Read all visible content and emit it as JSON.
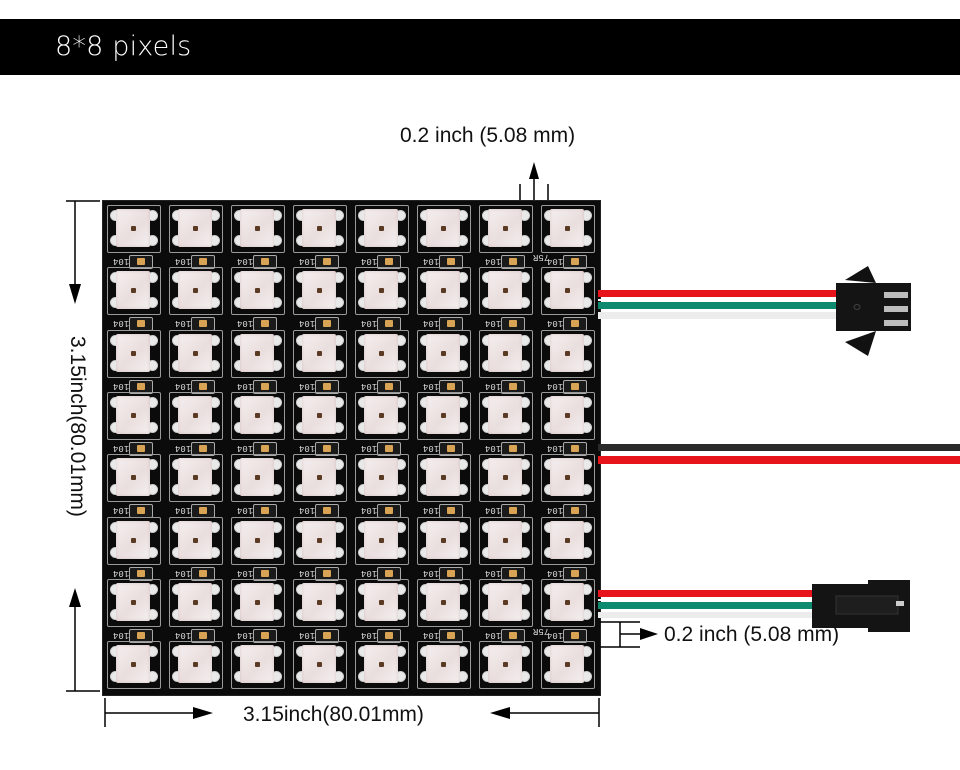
{
  "header": {
    "title": "8*8 pixels"
  },
  "dimensions": {
    "pin_pitch_top": "0.2 inch (5.08 mm)",
    "pin_pitch_right": "0.2 inch (5.08 mm)",
    "height": "3.15inch(80.01mm)",
    "width": "3.15inch(80.01mm)"
  },
  "matrix": {
    "rows": 8,
    "cols": 8,
    "capacitor_label": "104",
    "resistor_label": "75R",
    "led_color": "#f2ebeb",
    "pcb_color": "#0b0b0b"
  },
  "wires": {
    "input_connector": [
      "red",
      "green",
      "white"
    ],
    "power_leads": [
      "black",
      "red"
    ],
    "output_connector": [
      "red",
      "green",
      "white"
    ],
    "colors": {
      "red": "#e8141c",
      "green": "#0e8a6e",
      "white": "#ececec",
      "black": "#2a2a2a"
    }
  }
}
